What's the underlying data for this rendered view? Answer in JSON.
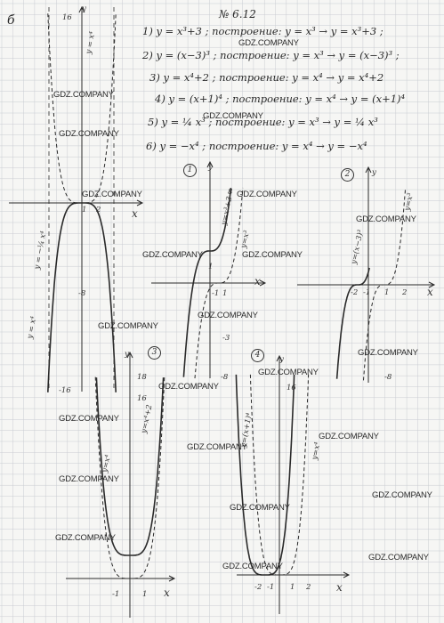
{
  "page": {
    "problem_letter": "б",
    "task_number": "№ 6.12",
    "lines": [
      "1) y = x³+3 ; построение: y = x³ → y = x³+3 ;",
      "2) y = (x−3)³ ; построение: y = x³ → y = (x−3)³ ;",
      "3) y = x⁴+2 ; построение: y = x⁴ → y = x⁴+2",
      "4) y = (x+1)⁴ ; построение: y = x⁴ → y = (x+1)⁴",
      "5) y = ¼ x³ ; построение: y = x³ → y = ¼ x³",
      "6) y = −x⁴ ; построение: y = x⁴ → y = −x⁴"
    ]
  },
  "watermark": "GDZ.COMPANY",
  "graphs": {
    "g6": {
      "y_axis": "y",
      "x_axis": "x",
      "ticks": [
        "16",
        "1",
        "2",
        "-8",
        "-16"
      ],
      "curve_labels": [
        "y = x⁴",
        "y = −¼ x⁴",
        "y = x⁴"
      ]
    },
    "g1": {
      "marker": "1",
      "y_axis": "y",
      "x_axis": "x",
      "ticks": [
        "8",
        "1",
        "-1",
        "1",
        "-3",
        "-8"
      ],
      "curve_labels": [
        "y=x³+3",
        "y=x³"
      ]
    },
    "g2": {
      "marker": "2",
      "y_axis": "y",
      "x_axis": "x",
      "ticks": [
        "-2",
        "-1",
        "1",
        "2",
        "-8"
      ],
      "curve_labels": [
        "y=(x−3)³",
        "y=x³"
      ]
    },
    "g3": {
      "marker": "3",
      "y_axis": "y",
      "x_axis": "x",
      "ticks": [
        "18",
        "16",
        "-1",
        "1"
      ],
      "curve_labels": [
        "y=x⁴",
        "y=x⁴+2"
      ]
    },
    "g4": {
      "marker": "4",
      "y_axis": "y",
      "x_axis": "x",
      "ticks": [
        "16",
        "-2",
        "-1",
        "1",
        "2"
      ],
      "curve_labels": [
        "y=(x+1)⁴",
        "y=x⁴"
      ]
    }
  },
  "colors": {
    "ink": "#2a2a2a",
    "grid": "#c9ccd2",
    "paper": "#f6f6f4"
  }
}
